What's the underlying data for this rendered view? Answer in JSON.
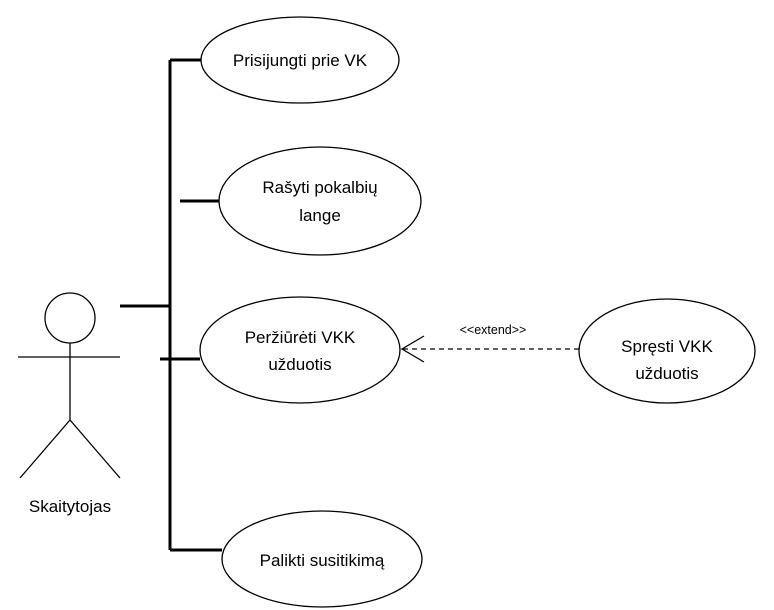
{
  "actor": {
    "name": "Skaitytojas"
  },
  "use_cases": [
    {
      "id": "uc-login",
      "lines": [
        "Prisijungti prie VK"
      ]
    },
    {
      "id": "uc-chat",
      "lines": [
        "Rašyti pokalbių",
        "lange"
      ]
    },
    {
      "id": "uc-view-tasks",
      "lines": [
        "Peržiūrėti VKK",
        "užduotis"
      ]
    },
    {
      "id": "uc-solve-tasks",
      "lines": [
        "Spręsti VKK",
        "užduotis"
      ]
    },
    {
      "id": "uc-leave-meeting",
      "lines": [
        "Palikti susitikimą"
      ]
    }
  ],
  "relations": {
    "extend_label": "<<extend>>"
  },
  "colors": {
    "stroke": "#000000",
    "fill": "#ffffff",
    "text": "#000000"
  }
}
